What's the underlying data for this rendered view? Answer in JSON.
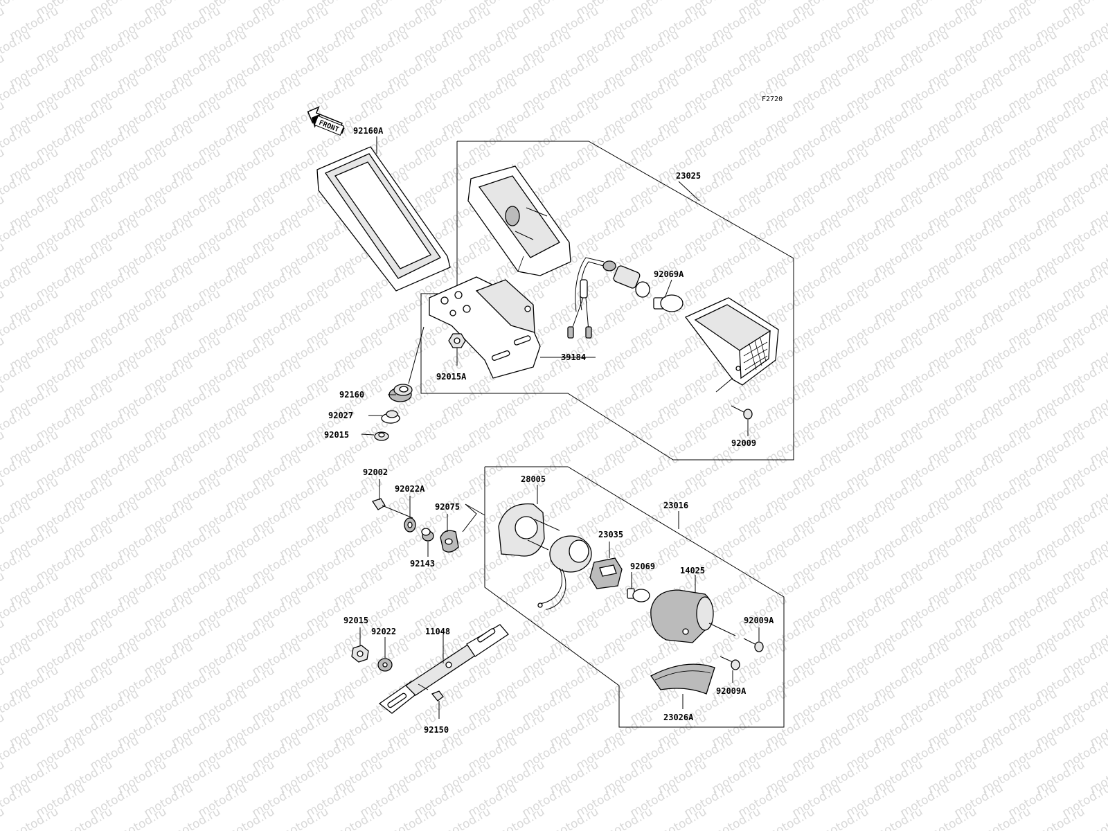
{
  "figure_code": "F2720",
  "watermark_text": "motod.ru",
  "front_arrow_text": "FRONT",
  "labels": [
    {
      "id": "92160A",
      "text": "92160A"
    },
    {
      "id": "23025",
      "text": "23025"
    },
    {
      "id": "92069A",
      "text": "92069A"
    },
    {
      "id": "39184",
      "text": "39184"
    },
    {
      "id": "92015A",
      "text": "92015A"
    },
    {
      "id": "92160",
      "text": "92160"
    },
    {
      "id": "92027",
      "text": "92027"
    },
    {
      "id": "92015-top",
      "text": "92015"
    },
    {
      "id": "92009",
      "text": "92009"
    },
    {
      "id": "92002",
      "text": "92002"
    },
    {
      "id": "92022A",
      "text": "92022A"
    },
    {
      "id": "92075",
      "text": "92075"
    },
    {
      "id": "28005",
      "text": "28005"
    },
    {
      "id": "23016",
      "text": "23016"
    },
    {
      "id": "23035",
      "text": "23035"
    },
    {
      "id": "92143",
      "text": "92143"
    },
    {
      "id": "92069",
      "text": "92069"
    },
    {
      "id": "14025",
      "text": "14025"
    },
    {
      "id": "92009A-right",
      "text": "92009A"
    },
    {
      "id": "92015-bottom",
      "text": "92015"
    },
    {
      "id": "92022",
      "text": "92022"
    },
    {
      "id": "11048",
      "text": "11048"
    },
    {
      "id": "92009A-lower",
      "text": "92009A"
    },
    {
      "id": "92150",
      "text": "92150"
    },
    {
      "id": "23026A",
      "text": "23026A"
    }
  ]
}
